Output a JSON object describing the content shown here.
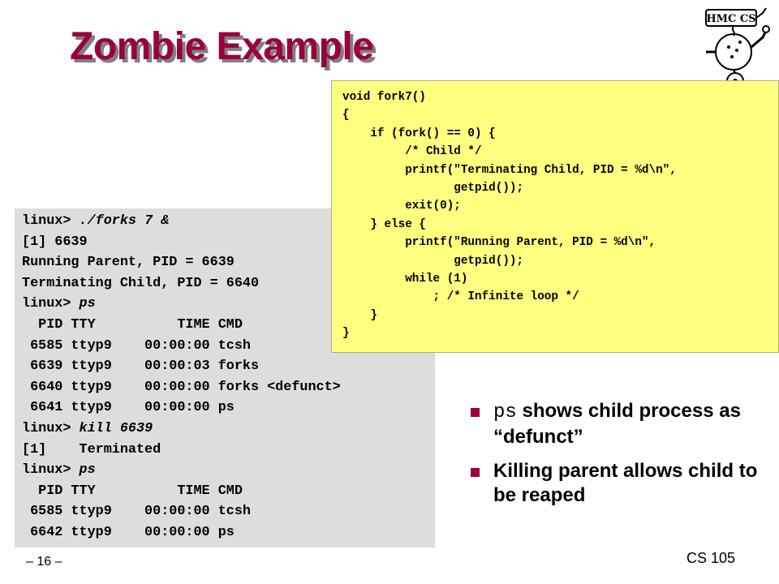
{
  "slide": {
    "title": "Zombie Example",
    "page_number": "– 16 –",
    "course": "CS 105"
  },
  "logo": {
    "icon": "hmc-cs-robot-logo-icon",
    "text": "HMC CS"
  },
  "terminal": {
    "lines": [
      {
        "prompt": "linux> ",
        "cmd": "./forks 7 &",
        "rest": ""
      },
      {
        "prompt": "",
        "cmd": "",
        "rest": "[1] 6639"
      },
      {
        "prompt": "",
        "cmd": "",
        "rest": "Running Parent, PID = 6639"
      },
      {
        "prompt": "",
        "cmd": "",
        "rest": "Terminating Child, PID = 6640"
      },
      {
        "prompt": "linux> ",
        "cmd": "ps",
        "rest": ""
      },
      {
        "prompt": "",
        "cmd": "",
        "rest": "  PID TTY          TIME CMD"
      },
      {
        "prompt": "",
        "cmd": "",
        "rest": " 6585 ttyp9    00:00:00 tcsh"
      },
      {
        "prompt": "",
        "cmd": "",
        "rest": " 6639 ttyp9    00:00:03 forks"
      },
      {
        "prompt": "",
        "cmd": "",
        "rest": " 6640 ttyp9    00:00:00 forks <defunct>"
      },
      {
        "prompt": "",
        "cmd": "",
        "rest": " 6641 ttyp9    00:00:00 ps"
      },
      {
        "prompt": "linux> ",
        "cmd": "kill 6639",
        "rest": ""
      },
      {
        "prompt": "",
        "cmd": "",
        "rest": "[1]    Terminated"
      },
      {
        "prompt": "linux> ",
        "cmd": "ps",
        "rest": ""
      },
      {
        "prompt": "",
        "cmd": "",
        "rest": "  PID TTY          TIME CMD"
      },
      {
        "prompt": "",
        "cmd": "",
        "rest": " 6585 ttyp9    00:00:00 tcsh"
      },
      {
        "prompt": "",
        "cmd": "",
        "rest": " 6642 ttyp9    00:00:00 ps"
      }
    ]
  },
  "code": {
    "lines": [
      "void fork7()",
      "{",
      "    if (fork() == 0) {",
      "         /* Child */",
      "         printf(\"Terminating Child, PID = %d\\n\",",
      "                getpid());",
      "         exit(0);",
      "    } else {",
      "         printf(\"Running Parent, PID = %d\\n\",",
      "                getpid());",
      "         while (1)",
      "             ; /* Infinite loop */",
      "    }",
      "}"
    ]
  },
  "bullets": [
    {
      "mono": "ps",
      "text": " shows child process as “defunct”"
    },
    {
      "mono": "",
      "text": "Killing parent allows child to be reaped"
    }
  ],
  "colors": {
    "accent": "#99003f",
    "code_background": "#ffff80",
    "terminal_background": "#dddddd"
  }
}
